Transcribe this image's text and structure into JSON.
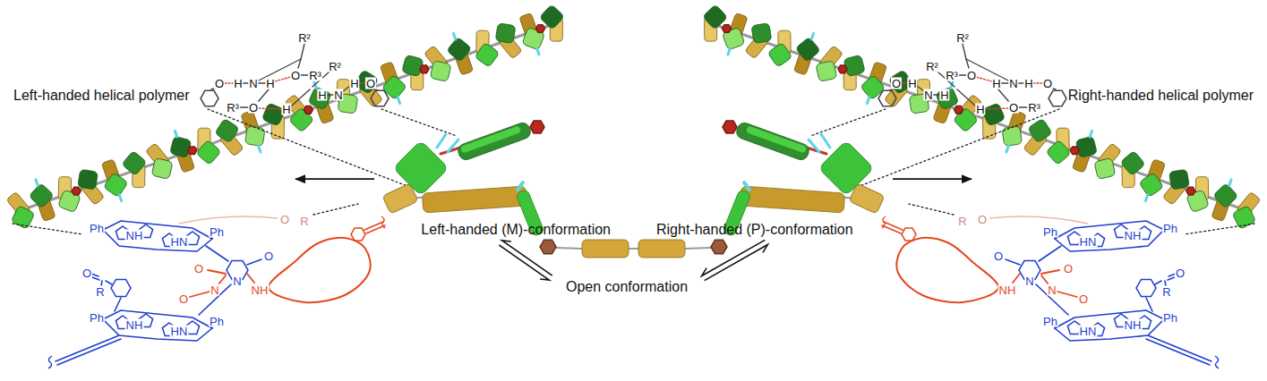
{
  "diagram": {
    "nodes": [
      {
        "text": [
          "Left-handed helical polymer"
        ]
      },
      {
        "text": [
          "Left-handed (M)-conformation"
        ]
      },
      {
        "text": [
          "Open conformation"
        ]
      },
      {
        "text": [
          "Right-handed (P)-conformation"
        ]
      },
      {
        "text": [
          "Right-handed helical polymer"
        ]
      }
    ],
    "edges": [
      {
        "from": 1,
        "to": 0,
        "arrow": "to"
      },
      {
        "from": 1,
        "to": 2,
        "arrow": "both"
      },
      {
        "from": 3,
        "to": 2,
        "arrow": "both"
      },
      {
        "from": 3,
        "to": 4,
        "arrow": "to"
      }
    ],
    "labels": [
      "R²",
      "O",
      "H",
      "N",
      "H",
      "O",
      "R³",
      "R²",
      "H",
      "N",
      "H",
      "O",
      "R³",
      "O",
      "H",
      "R²",
      "O",
      "H",
      "N",
      "H",
      "O",
      "R³",
      "R²",
      "H",
      "N",
      "H",
      "O",
      "R³",
      "O",
      "H",
      "Ph",
      "NH",
      "HN",
      "Ph",
      "O",
      "R",
      "O",
      "N",
      "O",
      "NH",
      "N",
      "O",
      "Ph",
      "NH",
      "HN",
      "Ph",
      "O",
      "R",
      "Ph",
      "NH",
      "HN",
      "Ph",
      "O",
      "R",
      "O",
      "N",
      "O",
      "NH",
      "N",
      "O",
      "Ph",
      "NH",
      "HN",
      "Ph",
      "O",
      "R"
    ]
  }
}
